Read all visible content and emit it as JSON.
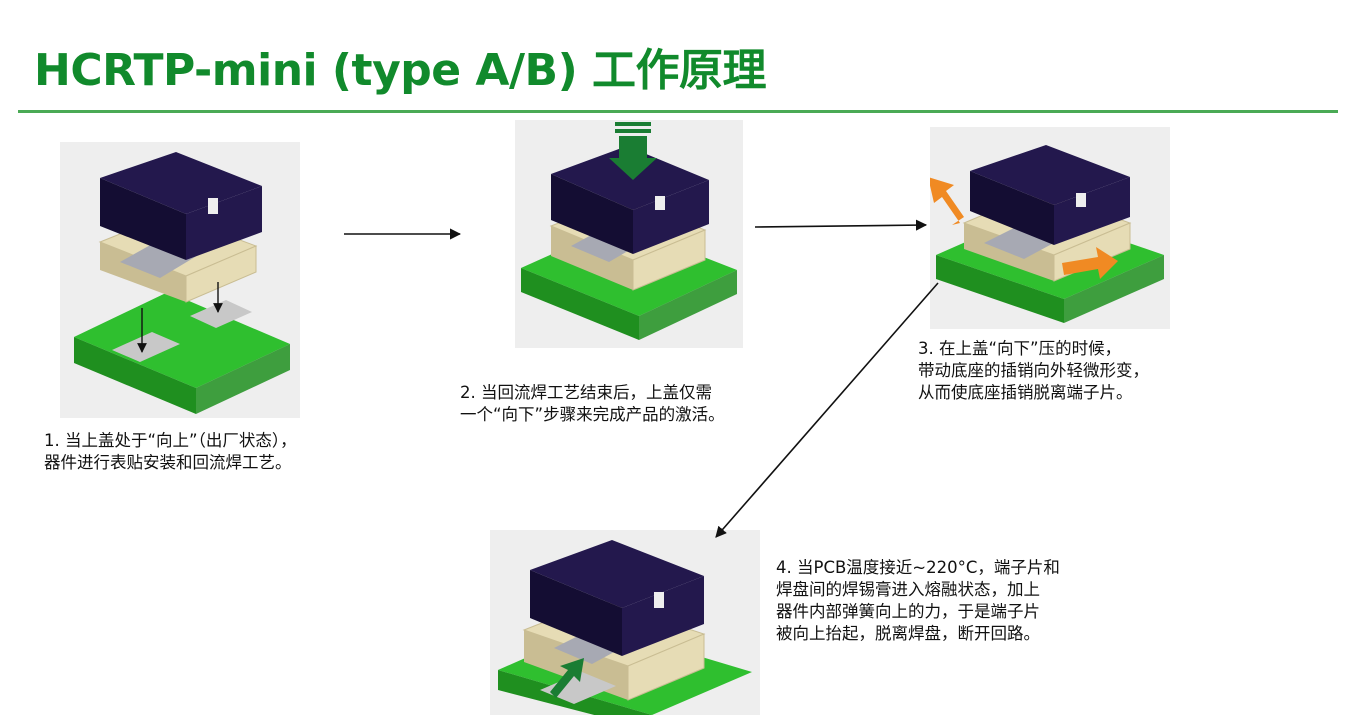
{
  "title": "HCRTP-mini (type A/B) 工作原理",
  "colors": {
    "title": "#118a2c",
    "rule": "#4aaa55",
    "housing": "#23184d",
    "housing_shade": "#140d33",
    "pcb_top": "#2fbf2f",
    "pcb_side": "#1f8f1f",
    "base": "#e6dcb5",
    "base_shade": "#c9bd93",
    "terminal": "#a7a9b3",
    "pad": "#c8c8c8",
    "down_arrow": "#1a7d33",
    "orange_arrow": "#f08a23",
    "black": "#111111"
  },
  "steps": [
    {
      "caption": "1. 当上盖处于“向上”（出厂状态），\n器件进行表贴安装和回流焊工艺。"
    },
    {
      "caption": "2. 当回流焊工艺结束后，上盖仅需\n一个“向下”步骤来完成产品的激活。"
    },
    {
      "caption": "3. 在上盖“向下”压的时候，\n带动底座的插销向外轻微形变，\n从而使底座插销脱离端子片。"
    },
    {
      "caption": "4. 当PCB温度接近~220°C，端子片和\n焊盘间的焊锡膏进入熔融状态，加上\n器件内部弹簧向上的力，于是端子片\n被向上抬起，脱离焊盘，断开回路。"
    }
  ]
}
